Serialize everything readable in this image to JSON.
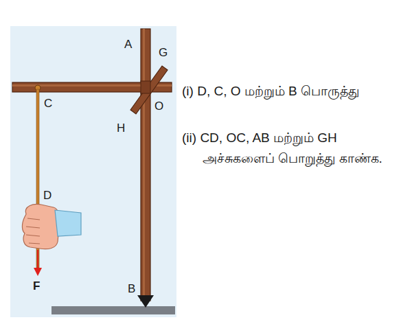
{
  "diagram": {
    "labels": [
      "A",
      "G",
      "C",
      "O",
      "H",
      "D",
      "F",
      "B",
      "(i) D, C, O மற்றும் B பொருத்து",
      "(ii) CD, OC, AB மற்றும் GH அச்சுகளைப் பொறுத்து காண்க."
    ]
  }
}
